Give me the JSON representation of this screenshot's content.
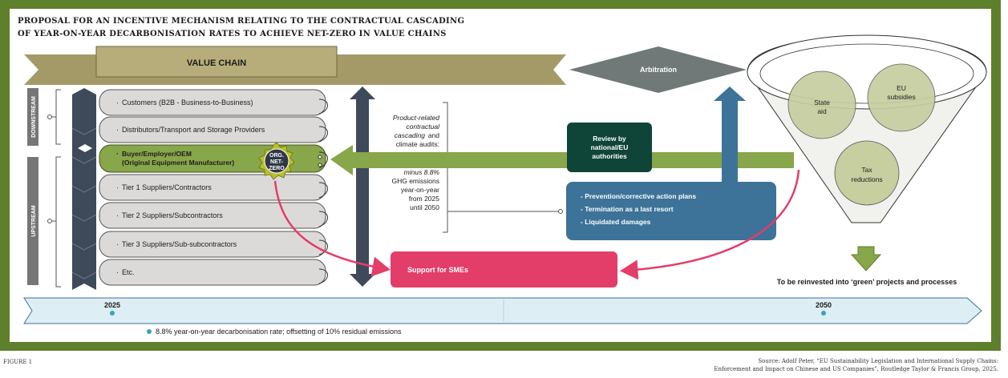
{
  "title": {
    "line1": "PROPOSAL FOR AN INCENTIVE MECHANISM RELATING TO THE CONTRACTUAL CASCADING",
    "line2": "OF YEAR-ON-YEAR DECARBONISATION RATES TO ACHIEVE NET-ZERO IN VALUE CHAINS"
  },
  "value_chain": "VALUE CHAIN",
  "arbitration": "Arbitration",
  "side": {
    "downstream": "DOWNSTREAM",
    "upstream": "UPSTREAM"
  },
  "rows": [
    "Customers (B2B - Business-to-Business)",
    "Distributors/Transport and Storage Providers",
    "Buyer/Employer/OEM",
    "Tier 1 Suppliers/Contractors",
    "Tier 2 Suppliers/Subcontractors",
    "Tier 3 Suppliers/Sub-subcontractors",
    "Etc."
  ],
  "buyer_line2": "(Original Equipment Manufacturer)",
  "badge": {
    "l1": "ORG.",
    "l2": "NET-",
    "l3": "ZERO"
  },
  "annotation": {
    "a1": "Product-related",
    "a2": "contractual",
    "a3": "cascading",
    "a4": "and",
    "a5": "climate audits:",
    "b1": "minus 8.8%",
    "b2": "GHG emissions",
    "b3": "year-on-year",
    "b4": "from 2025",
    "b5": "until 2050"
  },
  "review": {
    "l1": "Review by",
    "l2": "national/EU",
    "l3": "authorities"
  },
  "measures": [
    "- Prevention/corrective action plans",
    "- Termination as a last resort",
    "- Liquidated damages"
  ],
  "sme": "Support for SMEs",
  "funnel": {
    "state_aid_1": "State",
    "state_aid_2": "aid",
    "eu_1": "EU",
    "eu_2": "subsidies",
    "tax_1": "Tax",
    "tax_2": "reductions",
    "reinvest": "To be reinvested into ‘green’ projects and processes"
  },
  "timeline": {
    "start": "2025",
    "end": "2050",
    "legend": "8.8% year-on-year decarbonisation rate; offsetting of 10% residual emissions"
  },
  "footer": {
    "figure": "FIGURE 1",
    "source1": "Source: Adolf Peter, “EU Sustainability Legislation and International Supply Chains:",
    "source2": "Enforcement and Impact on Chinese and US Companies”, Routledge Taylor & Francis Group, 2025."
  },
  "colors": {
    "frame": "#5e7f2b",
    "olive_band": "#a49b69",
    "slate": "#3e4a5a",
    "green_highlight": "#88a64a",
    "dark_teal": "#0f4438",
    "steel_blue": "#3d7398",
    "pink": "#e33d6a",
    "light_blue": "#ddeef4"
  }
}
